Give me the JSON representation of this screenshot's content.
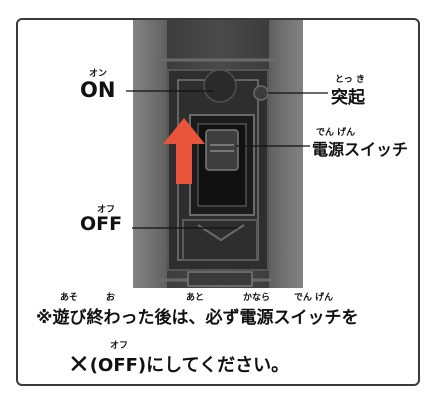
{
  "labels": {
    "on": {
      "text": "ON",
      "ruby": "オン"
    },
    "off": {
      "text": "OFF",
      "ruby": "オフ"
    },
    "protrusion": {
      "text": "突起",
      "ruby": "とっ き"
    },
    "power_switch": {
      "text": "電源スイッチ",
      "ruby": "でん げん"
    }
  },
  "note": {
    "line1": "※遊び終わった後は、必ず電源スイッチを",
    "line1_ruby": [
      "あそ",
      "お",
      "あと",
      "かなら",
      "でん げん"
    ],
    "line2_mark": "✕",
    "line2_text": "(OFF)にしてください。",
    "line2_ruby": "オフ"
  },
  "colors": {
    "arrow": "#e8553a",
    "device_dark": "#2b2b2b",
    "device_mid": "#5a5a5a",
    "border": "#3a3a3a"
  },
  "icons": {
    "direction": "arrow-up-icon",
    "off_mark": "cross-mark-icon"
  }
}
